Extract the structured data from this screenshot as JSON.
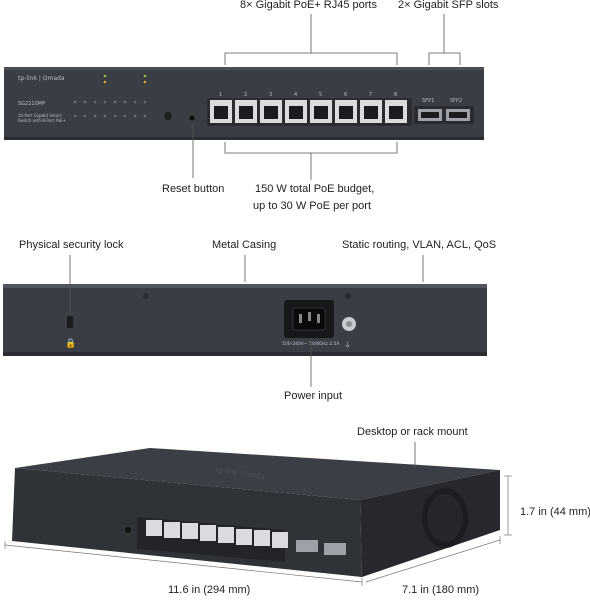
{
  "front": {
    "ports_label": "8× Gigabit PoE+ RJ45 ports",
    "sfp_label": "2× Gigabit SFP slots",
    "reset_label": "Reset button",
    "poe_line1": "150 W total PoE budget,",
    "poe_line2": "up to 30 W PoE per port",
    "brand": "tp-link | Omada",
    "model": "SG2210MP",
    "desc_line1": "10-Port Gigabit Smart",
    "desc_line2": "Switch with 8-Port PoE+",
    "sfp1": "SFP1",
    "sfp2": "SFP2",
    "port_numbers": [
      "1",
      "2",
      "3",
      "4",
      "5",
      "6",
      "7",
      "8"
    ]
  },
  "rear": {
    "lock_label": "Physical security lock",
    "casing_label": "Metal Casing",
    "features_label": "Static routing, VLAN, ACL, QoS",
    "power_label": "Power input",
    "power_rating": "100-240V~ 50/60Hz 2.5A"
  },
  "angled": {
    "mount_label": "Desktop or rack mount",
    "height_label": "1.7 in (44 mm)",
    "width_label": "11.6 in (294 mm)",
    "depth_label": "7.1 in (180 mm)"
  }
}
